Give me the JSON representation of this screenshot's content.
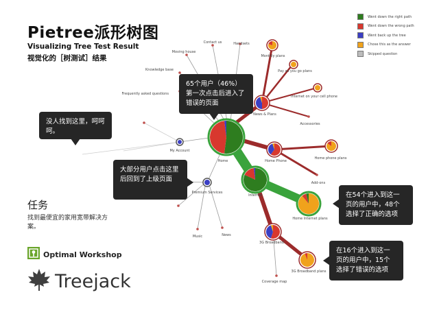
{
  "header": {
    "title": "Pietree派形树图",
    "subtitle_en": "Visualizing Tree Test Result",
    "subtitle_cn": "视觉化的［树测试］结果"
  },
  "task": {
    "heading": "任务",
    "body": "找到最便宜的家用宽带解决方案。"
  },
  "branding": {
    "optimal_workshop": "Optimal Workshop",
    "treejack": "Treejack",
    "optimal_icon": "optimal-workshop-logo-icon",
    "treejack_icon": "maple-leaf-icon"
  },
  "legend": [
    {
      "label": "Went down the right path",
      "color": "#2e7d1f"
    },
    {
      "label": "Went down the wrong path",
      "color": "#d8382e"
    },
    {
      "label": "Went back up the tree",
      "color": "#3b3fc4"
    },
    {
      "label": "Chose this as the answer",
      "color": "#f0a21c"
    },
    {
      "label": "Skipped question",
      "color": "#bcbcbc"
    }
  ],
  "callouts": {
    "first_click": "65个用户（46%）第一次点击后进入了错误的页面",
    "nobody": "没人找到这里，呵呵呵。",
    "went_back": "大部分用户点击这里后回到了上级页面",
    "correct": "在54个进入到这一页的用户中，48个选择了正确的选项",
    "wrong": "在16个进入到这一页的用户中，15个选择了错误的选项"
  },
  "tree": {
    "nodes": [
      {
        "label": "Home"
      },
      {
        "label": "Internet"
      },
      {
        "label": "Home Internet plans"
      },
      {
        "label": "News & Plans"
      },
      {
        "label": "Home Phone"
      },
      {
        "label": "Home phone plans"
      },
      {
        "label": "Add-ons"
      },
      {
        "label": "3G Broadband"
      },
      {
        "label": "3G Broadband plans"
      },
      {
        "label": "Coverage map"
      },
      {
        "label": "Premium Services"
      },
      {
        "label": "Music"
      },
      {
        "label": "News"
      },
      {
        "label": "My Account"
      },
      {
        "label": "Frequently asked questions"
      },
      {
        "label": "Knowledge base"
      },
      {
        "label": "Moving house"
      },
      {
        "label": "Contact us"
      },
      {
        "label": "Handsets"
      },
      {
        "label": "Monthly plans"
      },
      {
        "label": "Pay as you go plans"
      },
      {
        "label": "Internet on your cell phone"
      },
      {
        "label": "Accessories"
      }
    ]
  }
}
